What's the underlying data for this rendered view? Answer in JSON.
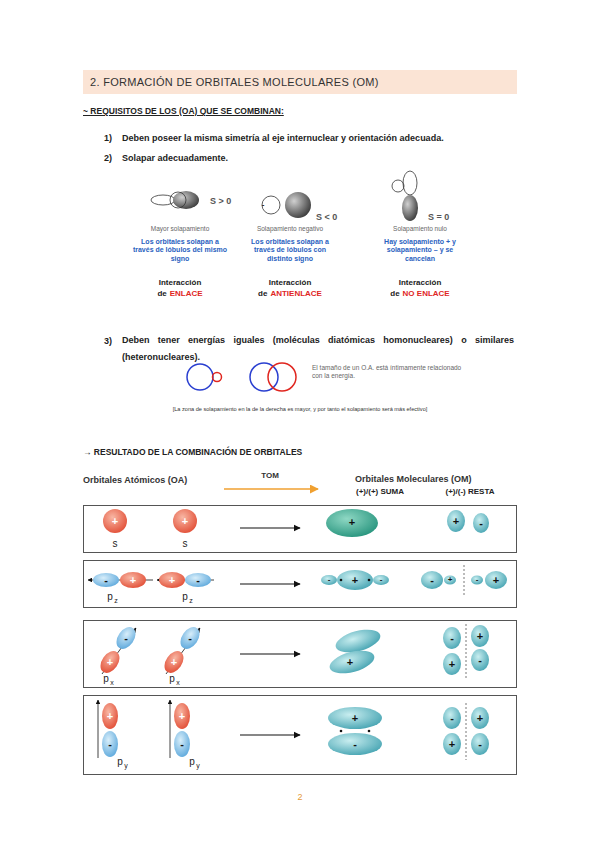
{
  "diagram": {
    "title": "2. FORMACIÓN DE ORBITALES MOLECULARES (OM)",
    "nodes": [
      {
        "text": [
          "+",
          "+",
          "s",
          "s",
          "+",
          "+",
          "-"
        ]
      },
      {
        "text": [
          "-",
          "+",
          "+",
          "-",
          "p",
          "z",
          "p",
          "z",
          "-",
          "+",
          "-",
          "-",
          "+",
          "-",
          "+"
        ]
      },
      {
        "text": [
          "-",
          "+",
          "-",
          "+",
          "p",
          "x",
          "p",
          "x",
          "+",
          "-",
          "+",
          "+",
          "-"
        ]
      },
      {
        "text": [
          "+",
          "-",
          "+",
          "-",
          "p",
          "y",
          "p",
          "y",
          "+",
          "-",
          "-",
          "+",
          "+",
          "-"
        ]
      }
    ],
    "labels": [
      "~ REQUISITOS DE LOS (OA) QUE SE COMBINAN:",
      "1)",
      "Deben poseer la misma simetría al eje internuclear y orientación adecuada.",
      "2)",
      "Solapar adecuadamente.",
      "S > 0",
      "S < 0",
      "S = 0",
      "-",
      "Mayor solapamiento",
      "Solapamiento negativo",
      "Solapamiento nulo",
      "Los orbitales solapan a través de lóbulos del mismo signo",
      "Los orbitales solapan a través de lóbulos con distinto signo",
      "Hay solapamiento + y solapamiento – y se cancelan",
      "Interacción",
      "de",
      "ENLACE",
      "Interacción",
      "de",
      "ANTIENLACE",
      "Interacción",
      "de",
      "NO ENLACE",
      "3)",
      "Deben tener energías iguales (moléculas diatómicas homonucleares) o similares (heteronucleares).",
      "El tamaño de un O.A. está íntimamente relacionado con la energía.",
      "[La zona de solapamiento en la de la derecha es mayor, y por tanto el solapamiento será más efectivo]",
      "→ RESULTADO DE LA COMBINACIÓN DE ORBITALES",
      "Orbitales Atómicos (OA)",
      "TOM",
      "Orbitales Moleculares (OM)",
      "(+)/(+) SUMA",
      "(+)/(-) RESTA",
      "2"
    ]
  }
}
